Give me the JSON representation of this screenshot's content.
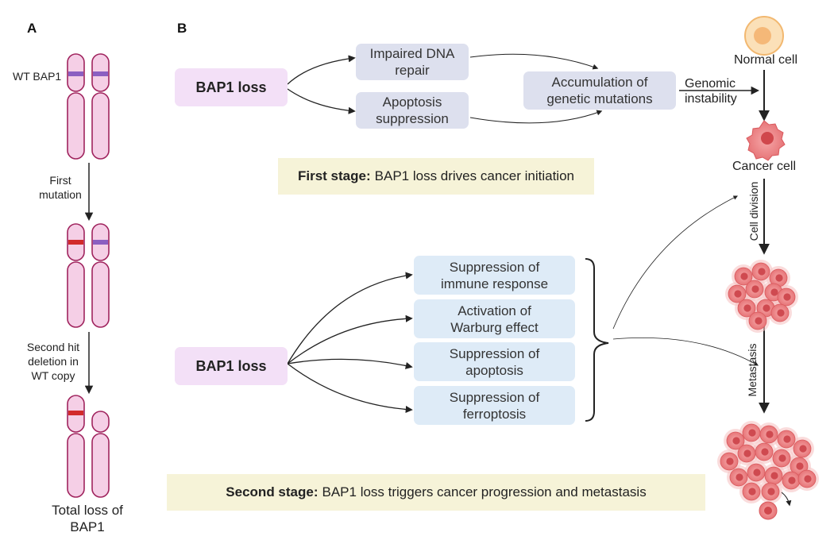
{
  "panel_a": {
    "letter": "A",
    "wt_label": "WT BAP1",
    "first_mutation": "First\nmutation",
    "second_hit": "Second hit\ndeletion in\nWT copy",
    "total_loss": "Total loss of\nBAP1",
    "colors": {
      "chromosome": "#f5cfe6",
      "chromosome_edge": "#a0245e",
      "wt_band": "#8b5fc1",
      "mutant_band": "#d22b2b"
    }
  },
  "panel_b": {
    "letter": "B",
    "stage1": {
      "loss_label": "BAP1 loss",
      "effects": [
        "Impaired DNA\nrepair",
        "Apoptosis\nsuppression"
      ],
      "accumulation": "Accumulation of\ngenetic mutations",
      "banner_bold": "First stage:",
      "banner_text": "BAP1 loss drives cancer initiation"
    },
    "stage2": {
      "loss_label": "BAP1 loss",
      "effects": [
        "Suppression of\nimmune response",
        "Activation of\nWarburg effect",
        "Suppression of\napoptosis",
        "Suppression of\nferroptosis"
      ],
      "banner_bold": "Second stage:",
      "banner_text": "BAP1 loss triggers cancer progression and metastasis"
    },
    "cells": {
      "normal": "Normal cell",
      "genomic": "Genomic\ninstability",
      "cancer": "Cancer cell",
      "division": "Cell division",
      "metastasis": "Metastasis"
    },
    "colors": {
      "loss_box": "#f3e0f7",
      "stage1_box": "#dde0ee",
      "stage2_box": "#deebf7",
      "banner": "#f6f3d8",
      "cell": "#f08f90",
      "normal_cell": "#f9d29e"
    }
  }
}
